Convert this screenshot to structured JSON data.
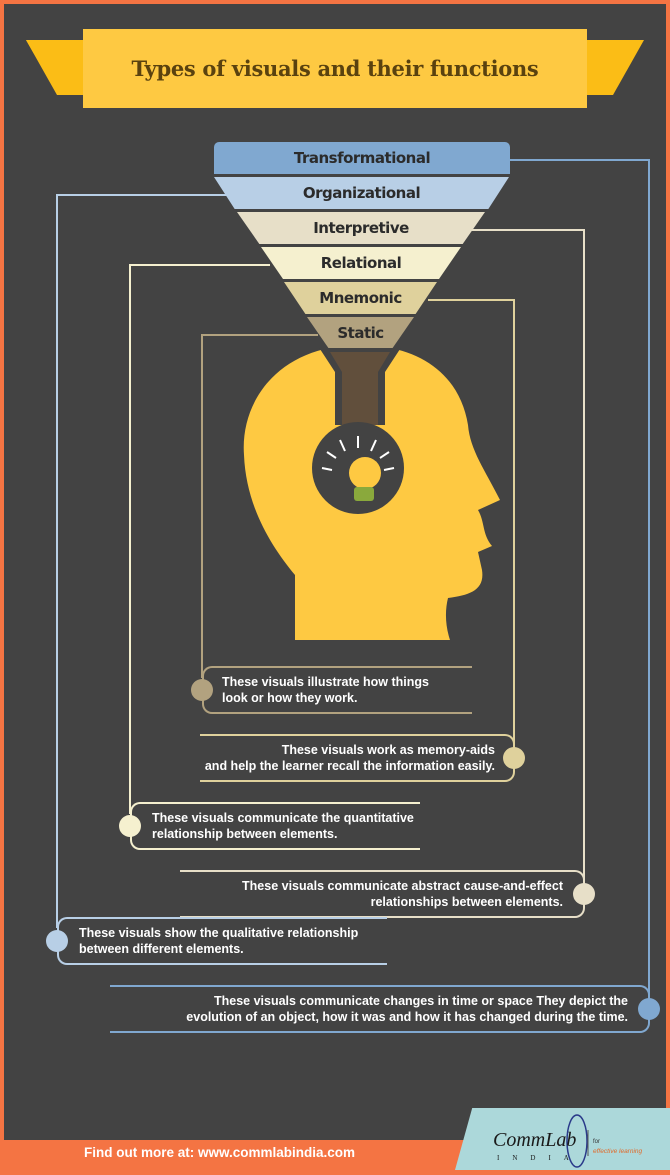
{
  "title": "Types of visuals and their functions",
  "layers": [
    {
      "label": "Transformational",
      "color": "#80a8d0"
    },
    {
      "label": "Organizational",
      "color": "#b8cfe6"
    },
    {
      "label": "Interpretive",
      "color": "#e7dfc8"
    },
    {
      "label": "Relational",
      "color": "#f5f0cf"
    },
    {
      "label": "Mnemonic",
      "color": "#dfd19c"
    },
    {
      "label": "Static",
      "color": "#b2a27f"
    }
  ],
  "descriptions": {
    "static": [
      "These visuals illustrate how things",
      "look or how they work."
    ],
    "mnemonic": [
      "These visuals work as memory-aids",
      "and help the learner recall the information easily."
    ],
    "relational": [
      "These visuals communicate the quantitative",
      "relationship between elements."
    ],
    "interpretive": [
      "These visuals communicate abstract cause-and-effect",
      "relationships between elements."
    ],
    "organizational": [
      "These visuals show the qualitative relationship",
      "between different elements."
    ],
    "transformational": [
      "These visuals communicate changes in time or space They depict the",
      "evolution of an object, how it was and how it has changed during the time."
    ]
  },
  "footer": {
    "text": "Find out more at: www.commlabindia.com",
    "logo": "CommLab INDIA for effective learning"
  }
}
